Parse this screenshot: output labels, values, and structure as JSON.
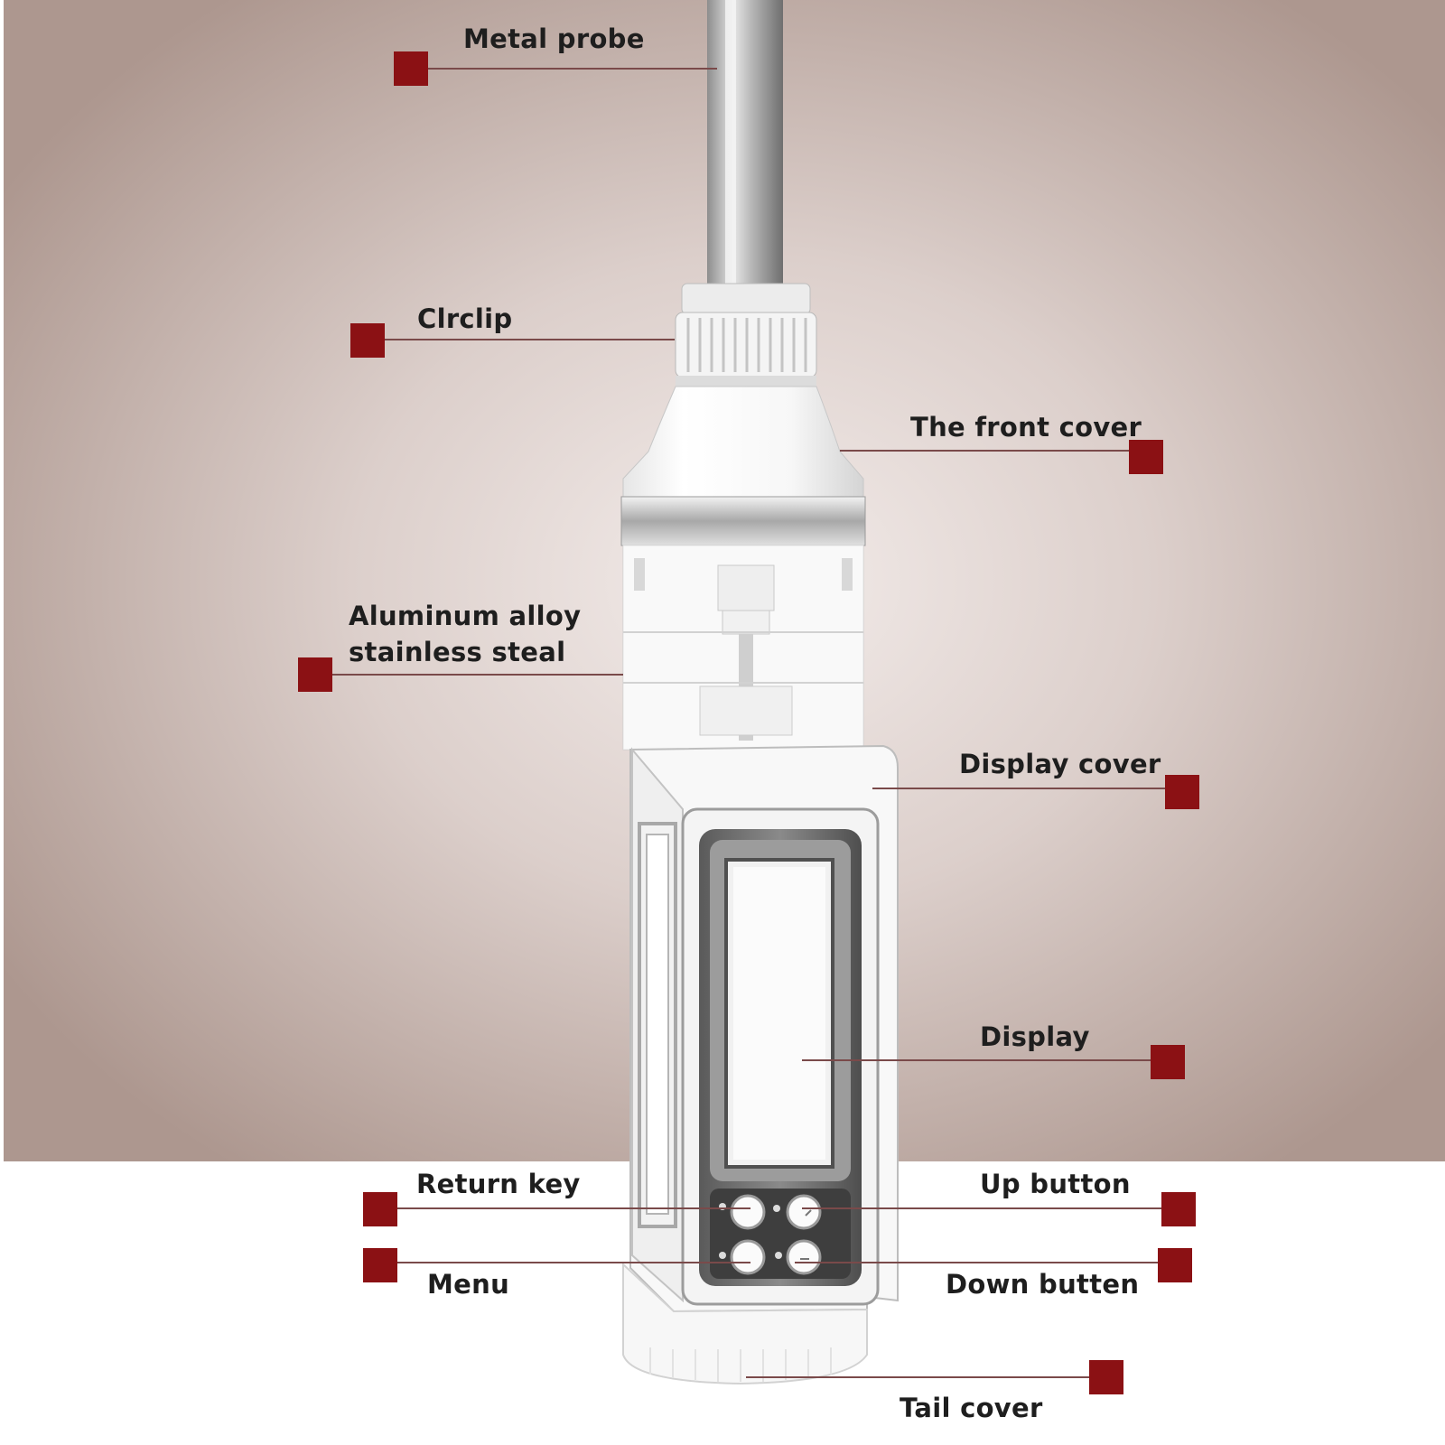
{
  "colors": {
    "marker": "#8b1114",
    "leader": "#7a4a4a",
    "text": "#1e1e1e",
    "background_top": "#b39e96",
    "background_glow": "#f2ebe8",
    "floor": "#ffffff"
  },
  "product": {
    "kind": "digital-probe-thermometer",
    "display_lines": [
      "",
      ""
    ]
  },
  "labels": {
    "metal_probe": "Metal probe",
    "circlip": "Clrclip",
    "front_cover": "The front cover",
    "alloy_line1": "Aluminum alloy",
    "alloy_line2": "stainless steal",
    "display_cover": "Display cover",
    "display": "Display",
    "return_key": "Return key",
    "up_button": "Up button",
    "menu": "Menu",
    "down_button": "Down butten",
    "tail_cover": "Tail cover"
  }
}
